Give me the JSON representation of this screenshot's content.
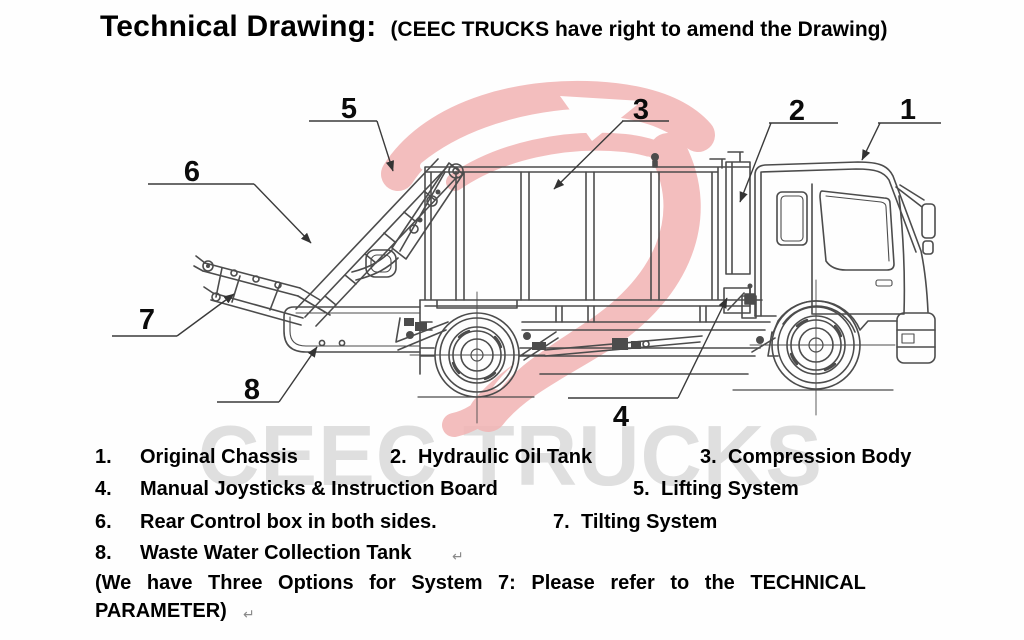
{
  "title": {
    "main": "Technical Drawing:",
    "note": "(CEEC TRUCKS have right to amend the Drawing)"
  },
  "watermark": {
    "text": "CEEC TRUCKS",
    "logo_color": "#f2b6b6",
    "text_color": "#cdcdcd"
  },
  "diagram": {
    "callouts": [
      {
        "number": "1",
        "target": "original-chassis"
      },
      {
        "number": "2",
        "target": "hydraulic-oil-tank"
      },
      {
        "number": "3",
        "target": "compression-body"
      },
      {
        "number": "4",
        "target": "manual-joysticks-instruction-board"
      },
      {
        "number": "5",
        "target": "lifting-system"
      },
      {
        "number": "6",
        "target": "rear-control-box"
      },
      {
        "number": "7",
        "target": "tilting-system"
      },
      {
        "number": "8",
        "target": "waste-water-collection-tank"
      }
    ]
  },
  "legend": {
    "items": [
      {
        "num": "1.",
        "label": "Original Chassis"
      },
      {
        "num": "2.",
        "label": "Hydraulic Oil Tank"
      },
      {
        "num": "3.",
        "label": "Compression Body"
      },
      {
        "num": "4.",
        "label": "Manual Joysticks & Instruction Board"
      },
      {
        "num": "5.",
        "label": "Lifting System"
      },
      {
        "num": "6.",
        "label": "Rear Control box in both sides."
      },
      {
        "num": "7.",
        "label": "Tilting System"
      },
      {
        "num": "8.",
        "label": "Waste Water Collection Tank"
      }
    ],
    "note_line1": "(We have Three Options for System 7: Please refer to the TECHNICAL",
    "note_line2": "PARAMETER)",
    "return_mark": "↵"
  }
}
